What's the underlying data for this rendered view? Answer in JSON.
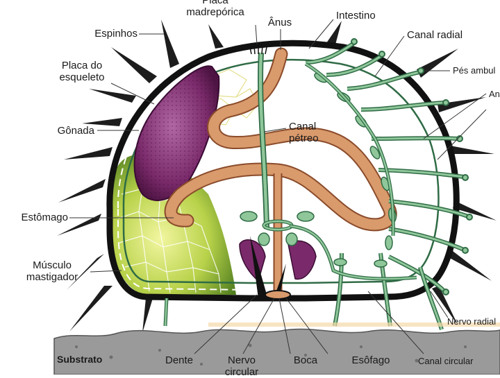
{
  "labels": {
    "placa_madreporica": [
      "Placa",
      "madrepórica"
    ],
    "anus": "Ânus",
    "intestino": "Intestino",
    "espinhos": "Espinhos",
    "canal_radial": "Canal radial",
    "pes_ambulacrais": "Pés ambul",
    "an_cut": "An",
    "placa_esqueleto": [
      "Placa do",
      "esqueleto"
    ],
    "gonada": "Gônada",
    "canal_petreo": [
      "Canal",
      "pétreo"
    ],
    "estomago": "Estômago",
    "musculo_mastigador": [
      "Músculo",
      "mastigador"
    ],
    "nervo_radial": "Nervo radial",
    "substrato": "Substrato",
    "dente": "Dente",
    "nervo_circular": [
      "Nervo",
      "circular"
    ],
    "boca": "Boca",
    "esofago": "Esôfago",
    "canal_circular": "Canal circular"
  },
  "colors": {
    "shell": "#111111",
    "spine": "#1d1d1d",
    "gonad": "#7a2a6a",
    "intestine": "#d99a6c",
    "intestine_edge": "#8a4b2a",
    "water_vascular": "#8fc79a",
    "water_vascular_edge": "#2f6b45",
    "muscle_green": "#b8d24a",
    "substrate": "#9a9a9a"
  }
}
